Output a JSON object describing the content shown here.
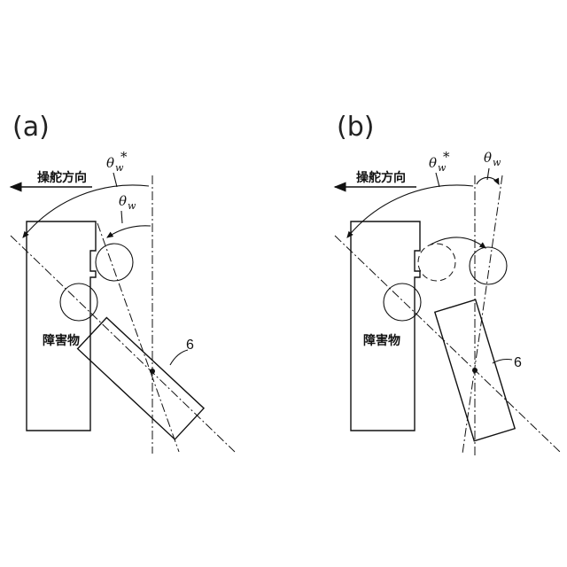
{
  "panels": {
    "a": {
      "label": "(a)",
      "steering_label": "操舵方向",
      "obstacle_label": "障害物",
      "theta_w_star": {
        "symbol": "θ",
        "sub": "w",
        "sup": "*"
      },
      "theta_w": {
        "symbol": "θ",
        "sub": "w"
      },
      "vehicle_ref": "6"
    },
    "b": {
      "label": "(b)",
      "steering_label": "操舵方向",
      "obstacle_label": "障害物",
      "theta_w_star": {
        "symbol": "θ",
        "sub": "w",
        "sup": "*"
      },
      "theta_w": {
        "symbol": "θ",
        "sub": "w"
      },
      "vehicle_ref": "6"
    }
  },
  "colors": {
    "line": "#111111",
    "wheel_dark": "#555555",
    "wheel_dotted": "#cccccc"
  }
}
